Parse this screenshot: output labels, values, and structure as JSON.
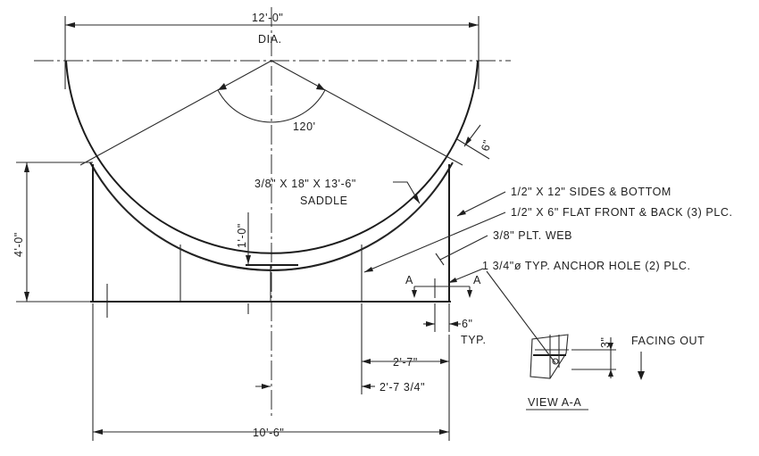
{
  "diagram": {
    "labels": {
      "overall_dia": "12'-0\"",
      "dia": "DIA.",
      "angle": "120'",
      "saddle_plate": "3/8\" X 18\" X 13'-6\"",
      "saddle": "SADDLE",
      "sides_bottom": "1/2\" X 12\" SIDES & BOTTOM",
      "flat_front_back": "1/2\" X 6\" FLAT FRONT & BACK (3) PLC.",
      "plt_web": "3/8\" PLT. WEB",
      "anchor_hole": "1 3/4\"ø TYP. ANCHOR HOLE (2) PLC.",
      "height": "4'-0\"",
      "web_height": "1'-0\"",
      "edge_6": "6\"",
      "six_inch": "6\"",
      "typ": "TYP.",
      "dim_2_7": "2'-7\"",
      "dim_2_7_3_4": "2'-7 3/4\"",
      "base_length": "10'-6\"",
      "three_inch": "3\"",
      "facing_out": "FACING OUT",
      "view_aa": "VIEW A-A",
      "section_a_left": "A",
      "section_a_right": "A"
    }
  }
}
